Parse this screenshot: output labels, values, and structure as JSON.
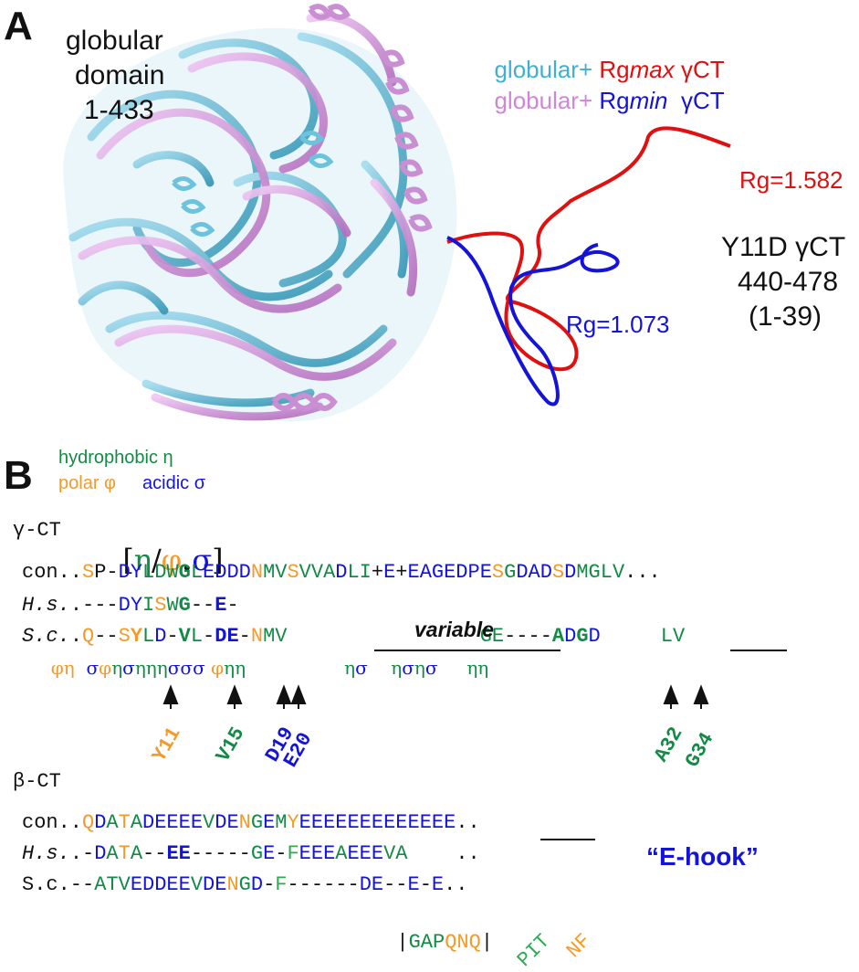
{
  "panel_a": {
    "letter": "A",
    "globular_label": [
      "globular",
      "domain",
      "1-433"
    ],
    "legend_line1": {
      "a": "globular+",
      "b": " Rg",
      "c": "max",
      "d": " γCT"
    },
    "legend_line2": {
      "a": "globular+",
      "b": " Rg",
      "c": "min",
      "d": "  γCT"
    },
    "rg_max": "Rg=1.582",
    "rg_min": "Rg=1.073",
    "tail_label": [
      "Y11D γCT",
      "440-478",
      "(1-39)"
    ]
  },
  "panel_b": {
    "letter": "B",
    "key_hydrophobic": "hydrophobic η",
    "key_polar": "polar φ",
    "key_acidic": "acidic σ",
    "gamma_title": "γ-CT",
    "pattern": {
      "open": "[",
      "eta": "η",
      "slash": "/",
      "phi": "φ",
      "dot": ".",
      "sigma": "σ",
      "close": "]"
    },
    "variable": "variable",
    "e_hook": "“E-hook”",
    "beta_title": "β-CT",
    "insert": {
      "bar1": "|",
      "text1": "GAP",
      "text2": "QNQ",
      "bar2": "|",
      "pit": "PIT",
      "nf": "NF"
    },
    "arrow_labels": [
      "Y11",
      "V15",
      "D19",
      "E20",
      "A32",
      "G34"
    ]
  },
  "colors": {
    "polar": "#f39a2a",
    "hydrophobic": "#138a45",
    "acidic": "#1414d8",
    "rgmax": "#e01010",
    "rgmin": "#1414d8",
    "cyan": "#5bbcd6",
    "pink": "#cf86d6"
  }
}
